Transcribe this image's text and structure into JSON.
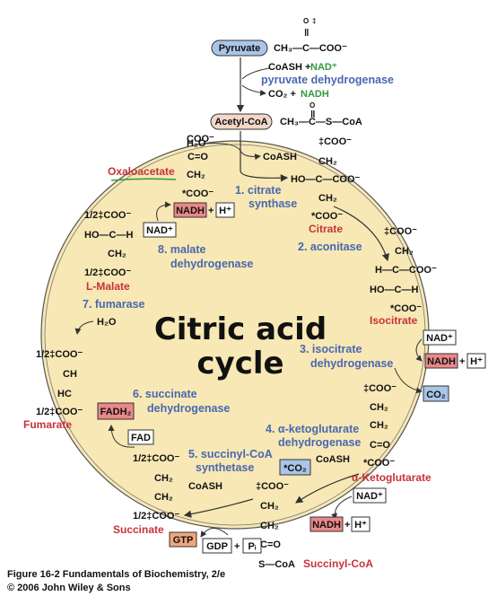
{
  "title_lines": [
    "Citric acid",
    "cycle"
  ],
  "caption": {
    "line1": "Figure 16-2 Fundamentals of Biochemistry, 2/e",
    "line2": "© 2006 John Wiley & Sons"
  },
  "metabolites": {
    "pyruvate": "Pyruvate",
    "acetyl_coa": "Acetyl-CoA",
    "oxaloacetate": "Oxaloacetate",
    "citrate": "Citrate",
    "isocitrate": "Isocitrate",
    "alpha_ketoglutarate": "α-Ketoglutarate",
    "succinyl_coa": "Succinyl-CoA",
    "succinate": "Succinate",
    "fumarate": "Fumarate",
    "l_malate": "L-Malate"
  },
  "enzymes": {
    "pdh": "pyruvate dehydrogenase",
    "e1": [
      "1. citrate",
      "synthase"
    ],
    "e2": "2. aconitase",
    "e3": [
      "3. isocitrate",
      "dehydrogenase"
    ],
    "e4": [
      "4. α-ketoglutarate",
      "dehydrogenase"
    ],
    "e5": [
      "5. succinyl-CoA",
      "synthetase"
    ],
    "e6": [
      "6. succinate",
      "dehydrogenase"
    ],
    "e7": "7. fumarase",
    "e8": [
      "8. malate",
      "dehydrogenase"
    ]
  },
  "cofactors": {
    "coash_nad": "CoASH + ",
    "nad_plus": "NAD⁺",
    "co2_plus": "CO₂ + ",
    "nadh": "NADH",
    "coash": "CoASH",
    "h2o": "H₂O",
    "h_plus": "H⁺",
    "co2": "CO₂",
    "co2_star": "*CO₂",
    "fad": "FAD",
    "fadh2": "FADH₂",
    "gtp": "GTP",
    "gdp": "GDP",
    "pi": "Pᵢ",
    "plus": "+"
  },
  "structures": {
    "pyruvate": "CH₃—C—COO⁻",
    "acetyl_coa": "CH₃—C—S—CoA",
    "o": "O",
    "dagger": "‡",
    "dbl": "‖",
    "bond": "|",
    "oxaloacetate": [
      "COO⁻",
      "C=O",
      "CH₂",
      "*COO⁻"
    ],
    "citrate": [
      "‡COO⁻",
      "CH₂",
      "HO—C—COO⁻",
      "CH₂",
      "*COO⁻"
    ],
    "isocitrate": [
      "‡COO⁻",
      "CH₂",
      "H—C—COO⁻",
      "HO—C—H",
      "*COO⁻"
    ],
    "akg": [
      "‡COO⁻",
      "CH₂",
      "CH₂",
      "C=O",
      "*COO⁻"
    ],
    "succinyl_coa": [
      "‡COO⁻",
      "CH₂",
      "CH₂",
      "C=O",
      "S—CoA"
    ],
    "succinate": [
      "1/2‡COO⁻",
      "CH₂",
      "CH₂",
      "1/2‡COO⁻"
    ],
    "fumarate": [
      "1/2‡COO⁻",
      "CH",
      "HC",
      "1/2‡COO⁻"
    ],
    "malate": [
      "1/2‡COO⁻",
      "HO—C—H",
      "CH₂",
      "1/2‡COO⁻"
    ]
  },
  "colors": {
    "cycle_fill": "#f7e8b5",
    "nadh_box": "#e9888a",
    "co2_box": "#a9c5e8",
    "gtp_box": "#f0a77a",
    "pyruvate_pill": "#a9c5e8",
    "acetyl_pill": "#f3d7c8",
    "enzyme_text": "#4a67b0",
    "name_text": "#c8323a",
    "green_text": "#2f9a3f"
  }
}
